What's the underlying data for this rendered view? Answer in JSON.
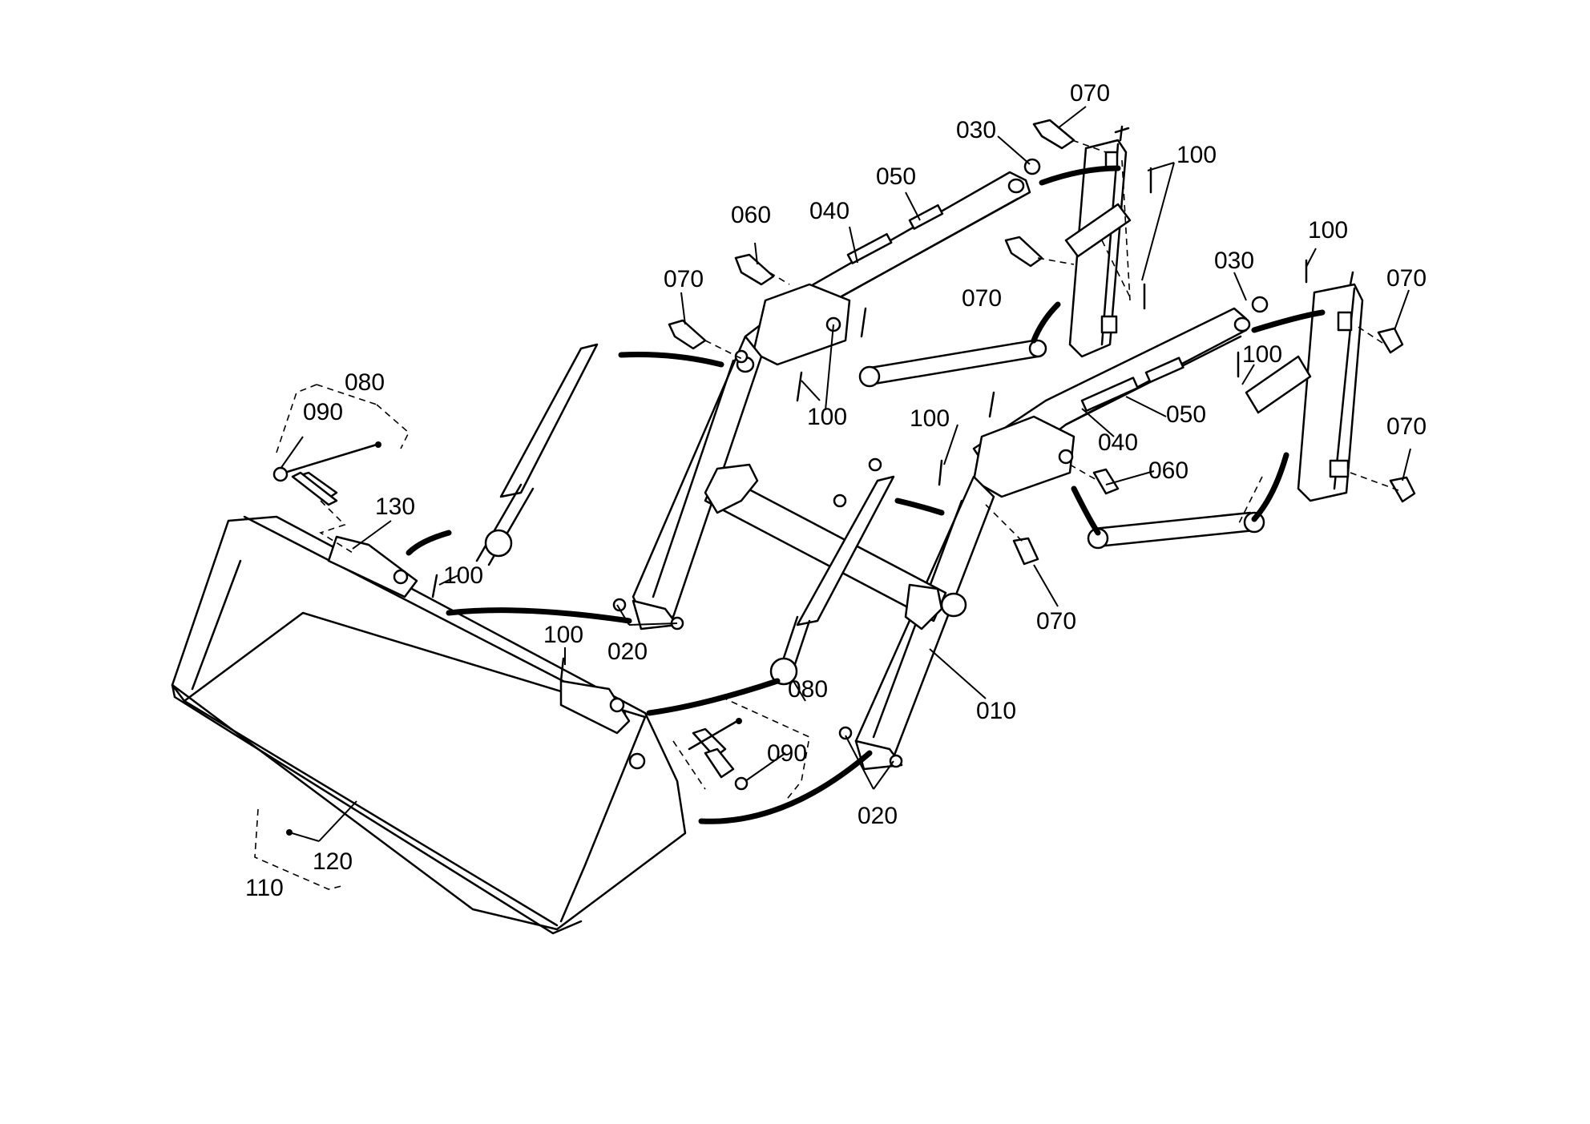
{
  "callouts": [
    {
      "id": "c-070-top",
      "text": "070"
    },
    {
      "id": "c-030-top",
      "text": "030"
    },
    {
      "id": "c-100-top",
      "text": "100"
    },
    {
      "id": "c-050-left",
      "text": "050"
    },
    {
      "id": "c-040-left",
      "text": "040"
    },
    {
      "id": "c-060-left",
      "text": "060"
    },
    {
      "id": "c-070-left-mid",
      "text": "070"
    },
    {
      "id": "c-070-left",
      "text": "070"
    },
    {
      "id": "c-100-left-arm",
      "text": "100"
    },
    {
      "id": "c-030-right",
      "text": "030"
    },
    {
      "id": "c-100-right-top",
      "text": "100"
    },
    {
      "id": "c-070-right-top",
      "text": "070"
    },
    {
      "id": "c-100-right-bracket",
      "text": "100"
    },
    {
      "id": "c-050-right",
      "text": "050"
    },
    {
      "id": "c-040-right",
      "text": "040"
    },
    {
      "id": "c-100-right-arm",
      "text": "100"
    },
    {
      "id": "c-060-right",
      "text": "060"
    },
    {
      "id": "c-070-right-bottom",
      "text": "070"
    },
    {
      "id": "c-070-right-mid",
      "text": "070"
    },
    {
      "id": "c-080-top",
      "text": "080"
    },
    {
      "id": "c-090-top",
      "text": "090"
    },
    {
      "id": "c-130",
      "text": "130"
    },
    {
      "id": "c-100-bucket-left",
      "text": "100"
    },
    {
      "id": "c-020-left",
      "text": "020"
    },
    {
      "id": "c-100-bucket-mid",
      "text": "100"
    },
    {
      "id": "c-080-bottom",
      "text": "080"
    },
    {
      "id": "c-010",
      "text": "010"
    },
    {
      "id": "c-090-bottom",
      "text": "090"
    },
    {
      "id": "c-020-right",
      "text": "020"
    },
    {
      "id": "c-120",
      "text": "120"
    },
    {
      "id": "c-110",
      "text": "110"
    }
  ]
}
